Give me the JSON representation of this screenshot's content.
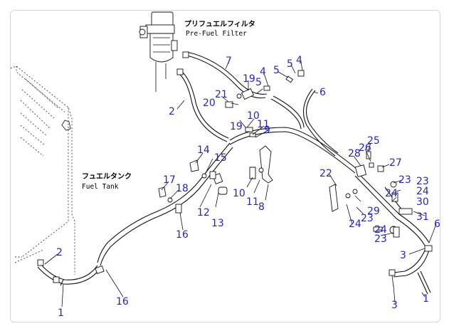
{
  "diagram": {
    "labels": {
      "prefilter_jp": "プリフュエルフィルタ",
      "prefilter_en": "Pre-Fuel Filter",
      "tank_jp": "フュエルタンク",
      "tank_en": "Fuel Tank"
    },
    "callouts": [
      "1",
      "1",
      "2",
      "2",
      "3",
      "3",
      "4",
      "5",
      "5",
      "4",
      "5",
      "6",
      "6",
      "7",
      "8",
      "9",
      "10",
      "10",
      "11",
      "11",
      "12",
      "13",
      "14",
      "15",
      "16",
      "16",
      "17",
      "18",
      "19",
      "19",
      "20",
      "21",
      "22",
      "23",
      "23",
      "23",
      "23",
      "24",
      "24",
      "24",
      "24",
      "25",
      "26",
      "27",
      "28",
      "29",
      "30",
      "31"
    ],
    "colors": {
      "callout": "#2525c8",
      "line": "#111111",
      "frame": "#d6d6d6"
    }
  }
}
